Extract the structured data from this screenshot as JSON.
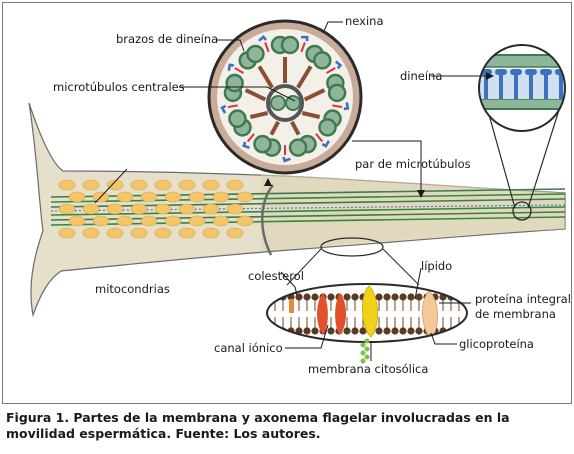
{
  "labels": {
    "dynein_arms": "brazos de dineína",
    "nexin": "nexina",
    "central_microtubules": "microtúbulos centrales",
    "dynein": "dineína",
    "microtubule_pair": "par de microtúbulos",
    "mitochondria": "mitocondrias",
    "cholesterol": "colesterol",
    "lipid": "lípido",
    "integral_protein_line1": "proteína integral",
    "integral_protein_line2": "de membrana",
    "ion_channel": "canal iónico",
    "glycoprotein": "glicoproteína",
    "cytosolic_membrane": "membrana citosólica"
  },
  "caption": {
    "text": "Figura 1. Partes de la membrana y axonema flagelar involucradas en la movilidad espermática. Fuente: Los autores."
  },
  "colors": {
    "tail_fill": "#e6dfc9",
    "mitochondria": "#f2c56b",
    "microtubule": "#3f7a4f",
    "doublet_fill": "#8fb69a",
    "nexin": "#e0323c",
    "dynein": "#3f6fbf",
    "spoke": "#8a4f32",
    "lipid_head": "#5b3a22",
    "ion_channel": "#e2502c",
    "glycoprotein": "#f0d21a",
    "integral_protein": "#f3c998"
  }
}
